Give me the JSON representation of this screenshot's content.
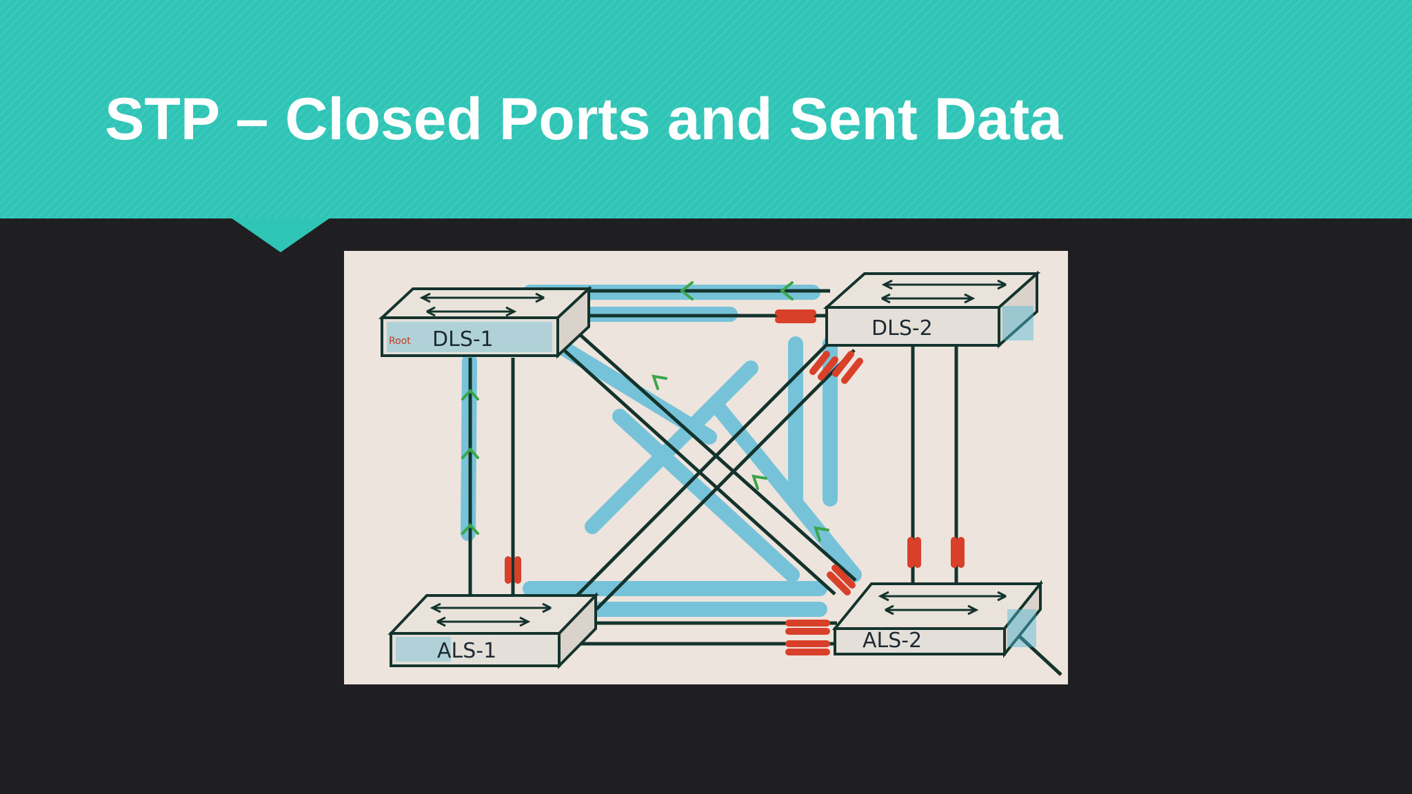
{
  "slide": {
    "title": "STP – Closed Ports and Sent Data"
  },
  "diagram": {
    "switches": [
      {
        "id": "dls1",
        "label": "DLS-1",
        "root_mark": "Root"
      },
      {
        "id": "dls2",
        "label": "DLS-2"
      },
      {
        "id": "als1",
        "label": "ALS-1"
      },
      {
        "id": "als2",
        "label": "ALS-2"
      }
    ],
    "colors": {
      "background": "#1f1e21",
      "banner": "#2ec4b6",
      "paper": "#ede4dd",
      "cable": "#14332c",
      "highlight": "#4fb8d8",
      "blocked_port": "#d9402a",
      "data_arrow": "#3aa64a"
    }
  }
}
